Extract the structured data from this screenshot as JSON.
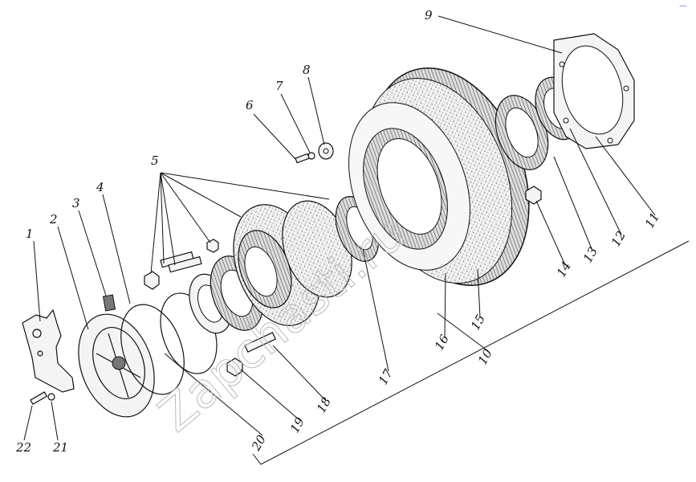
{
  "corner_mark": "—",
  "watermark": "Zapchasti.ru",
  "labels": [
    {
      "id": "1",
      "text": "1"
    },
    {
      "id": "2",
      "text": "2"
    },
    {
      "id": "3",
      "text": "3"
    },
    {
      "id": "4",
      "text": "4"
    },
    {
      "id": "5",
      "text": "5"
    },
    {
      "id": "6",
      "text": "6"
    },
    {
      "id": "7",
      "text": "7"
    },
    {
      "id": "8",
      "text": "8"
    },
    {
      "id": "9",
      "text": "9"
    },
    {
      "id": "10",
      "text": "10"
    },
    {
      "id": "11",
      "text": "11"
    },
    {
      "id": "12",
      "text": "12"
    },
    {
      "id": "13",
      "text": "13"
    },
    {
      "id": "14",
      "text": "14"
    },
    {
      "id": "15",
      "text": "15"
    },
    {
      "id": "16",
      "text": "16"
    },
    {
      "id": "17",
      "text": "17"
    },
    {
      "id": "18",
      "text": "18"
    },
    {
      "id": "19",
      "text": "19"
    },
    {
      "id": "20",
      "text": "20"
    },
    {
      "id": "21",
      "text": "21"
    },
    {
      "id": "22",
      "text": "22"
    }
  ]
}
